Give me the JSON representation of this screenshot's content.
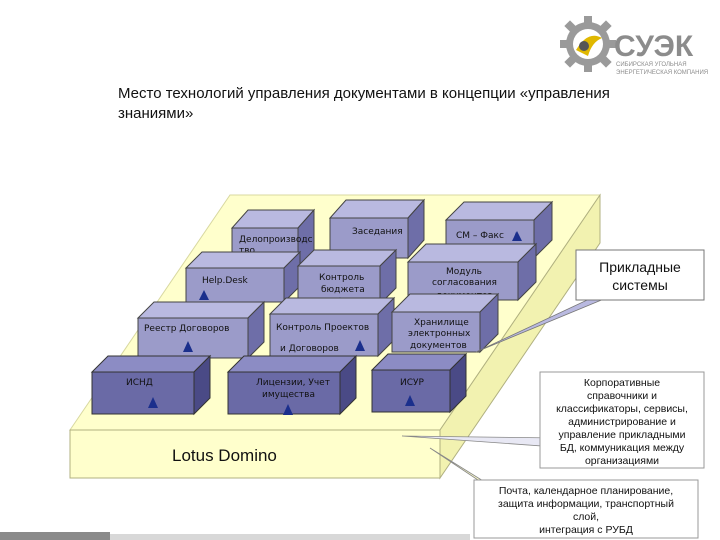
{
  "logo": {
    "brand": "СУЭК",
    "subtitle_line1": "СИБИРСКАЯ УГОЛЬНАЯ",
    "subtitle_line2": "ЭНЕРГЕТИЧЕСКАЯ КОМПАНИЯ"
  },
  "title": "Место технологий управления документами в концепции «управления знаниями»",
  "base_label": "Lotus Domino",
  "blocks": {
    "deloproizvodstvo_1": "Делопроизводс",
    "deloproizvodstvo_2": "тво",
    "zasedaniya": "Заседания",
    "sm_faks": "СМ – Факс",
    "helpdesk": "Help.Desk",
    "kontrol_byudzheta_1": "Контроль",
    "kontrol_byudzheta_2": "бюджета",
    "modul_1": "Модуль",
    "modul_2": "согласования",
    "modul_3": "документов",
    "reestr": "Реестр Договоров",
    "kontrol_proektov_1": "Контроль Проектов",
    "kontrol_proektov_2": "и Договоров",
    "khranilishche_1": "Хранилище",
    "khranilishche_2": "электронных",
    "khranilishche_3": "документов",
    "isnd": "ИСНД",
    "licenzii_1": "Лицензии, Учет",
    "licenzii_2": "имущества",
    "isur": "ИСУР"
  },
  "callouts": {
    "prikladnye_1": "Прикладные",
    "prikladnye_2": "системы",
    "korporativnye": [
      "Корпоративные",
      "справочники и",
      "классификаторы, сервисы,",
      "администрирование и",
      "управление прикладными",
      "БД, коммуникация между",
      "организациями"
    ],
    "pochta": [
      "Почта, календарное планирование,",
      "защита информации, транспортный",
      "слой,",
      "интеграция с РУБД"
    ]
  },
  "colors": {
    "platform": "#ffffcc",
    "platform_edge": "#ffffaa",
    "block_front": "#9b9bc9",
    "block_top": "#b9b9e0",
    "block_side": "#6e6ea8",
    "dark_front": "#6a6aa6",
    "dark_top": "#8c8cc4",
    "dark_side": "#4a4a86",
    "triangle": "#1b2f8c",
    "accent_bar": "#8a8a8a"
  }
}
